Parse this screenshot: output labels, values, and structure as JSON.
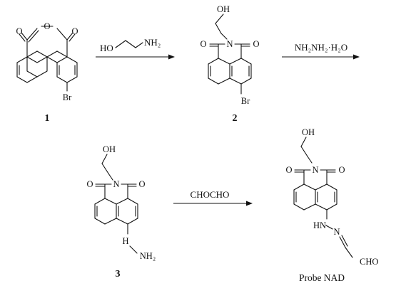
{
  "compounds": [
    {
      "id": "compound-1",
      "number": "1",
      "substituent": "Br"
    },
    {
      "id": "compound-2",
      "number": "2",
      "substituent": "Br",
      "sidechain": "OH"
    },
    {
      "id": "compound-3",
      "number": "3",
      "substituent": "NH₂",
      "sidechain": "OH"
    },
    {
      "id": "probe-nad",
      "name": "Probe NAD",
      "sidechain": "OH",
      "terminal_group": "CHO"
    }
  ],
  "atom_labels": {
    "oxygen": "O",
    "nitrogen": "N",
    "nh": "H"
  },
  "reactions": [
    {
      "from": "1",
      "to": "2",
      "reagent": "HO",
      "reagent_tail": "NH₂"
    },
    {
      "from": "2",
      "to": "3",
      "reagent": "NH₂NH₂·H₂O"
    },
    {
      "from": "3",
      "to": "Probe NAD",
      "reagent": "CHOCHO"
    }
  ]
}
